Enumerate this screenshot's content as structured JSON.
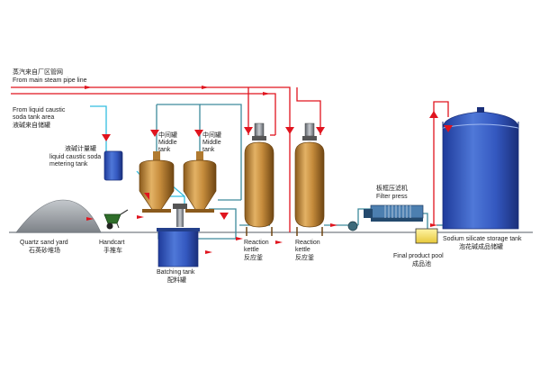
{
  "colors": {
    "steam_pipe": "#e0141e",
    "caustic_pipe": "#33bde0",
    "process_pipe": "#3d8a9c",
    "arrow": "#e0141e",
    "copper": "#c8903f",
    "blue_tank": "#3458c0",
    "ground": "#9aa0a6"
  },
  "labels": {
    "steam_cn": "蒸汽来自厂区管网",
    "steam_en": "From main steam pipe line",
    "caustic_l1": "From liquid caustic",
    "caustic_l2": "soda tank area",
    "caustic_cn": "液碱来自储罐",
    "metering_cn": "液碱计量罐",
    "metering_l1": "liquid caustic soda",
    "metering_l2": "metering tank",
    "middle1_cn": "中间罐",
    "middle1_l1": "Middle",
    "middle1_l2": "tank",
    "middle2_cn": "中间罐",
    "middle2_l1": "Middle",
    "middle2_l2": "tank",
    "filter_cn": "板框压滤机",
    "filter_en": "Filter press",
    "quartz_en": "Quartz sand yard",
    "quartz_cn": "石英砂堆场",
    "handcart_en": "Handcart",
    "handcart_cn": "手推车",
    "batching_en": "Batching tank",
    "batching_cn": "配料罐",
    "reaction1_l1": "Reaction",
    "reaction1_l2": "kettle",
    "reaction1_cn": "反应釜",
    "reaction2_l1": "Reaction",
    "reaction2_l2": "kettle",
    "reaction2_cn": "反应釜",
    "final_en": "Final product pool",
    "final_cn": "成品池",
    "storage_en": "Sodium silicate storage tank",
    "storage_cn": "泡花碱成品储罐"
  },
  "icons": {
    "cart": "wheelbarrow-icon",
    "motor": "agitator-motor-icon",
    "pump": "pump-icon",
    "flow": "flow-arrow-icon"
  }
}
